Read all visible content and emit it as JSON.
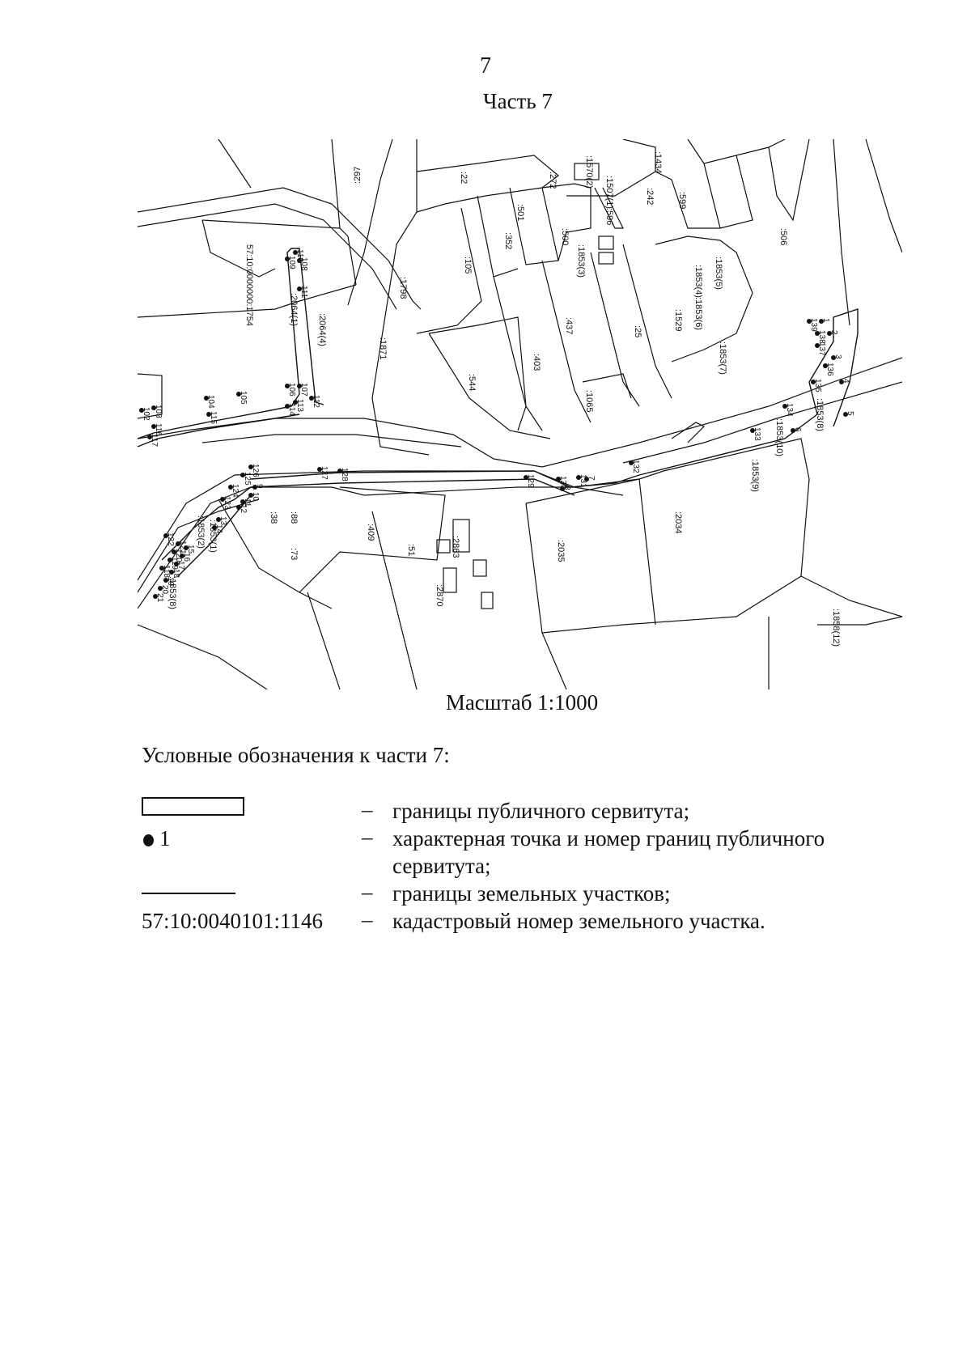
{
  "page_number": "7",
  "part_title": "Часть 7",
  "scale": "Масштаб 1:1000",
  "legend": {
    "title": "Условные обозначения к части 7:",
    "dash": "–",
    "items": [
      {
        "symbol": "rectangle",
        "text": "границы публичного сервитута;"
      },
      {
        "symbol": "dot",
        "symbol_label": "1",
        "text": "характерная точка и номер границ публичного сервитута;"
      },
      {
        "symbol": "line",
        "text": "границы земельных участков;"
      },
      {
        "symbol": "text",
        "symbol_label": "57:10:0040101:1146",
        "text": "кадастровый номер земельного участка."
      }
    ]
  },
  "map": {
    "parcel_labels": [
      ":297",
      ":22",
      ":272",
      ":1570(2)",
      ":1434",
      ":1507(1)",
      ":242",
      ":599",
      ":596",
      ":506",
      ":501",
      ":352",
      ":500",
      ":1853(3)",
      ":1853(5)",
      ":1853(4)",
      ":1853(6)",
      ":1853(7)",
      ":1529",
      ":25",
      ":437",
      ":403",
      ":1065",
      ":544",
      ":1871",
      ":1798",
      ":105",
      ":2064(1)",
      ":2064(4)",
      "57:10:0000000:1754",
      ":1853(1)",
      ":1853(10)",
      ":1853(8)",
      ":1853(9)",
      ":2034",
      ":2035",
      ":409",
      ":73",
      ":88",
      ":38",
      ":1853(2)",
      ":1853(8)",
      ":51",
      ":2863",
      ":2870",
      ":1858(12)"
    ],
    "point_labels": [
      "102",
      "103",
      "104",
      "105",
      "106",
      "107",
      "108",
      "109",
      "110",
      "111",
      "112",
      "113",
      "114",
      "115",
      "116",
      "117",
      "118",
      "119",
      "120",
      "121",
      "122",
      "123",
      "124",
      "125",
      "126",
      "127",
      "128",
      "129",
      "130",
      "131",
      "132",
      "133",
      "134",
      "135",
      "136",
      "137",
      "138",
      "139",
      "1",
      "2",
      "3",
      "4",
      "5",
      "6",
      "7",
      "8",
      "9",
      "10",
      "11",
      "12",
      "13",
      "14",
      "15",
      "16",
      "17",
      "18",
      "19",
      "20",
      "21"
    ]
  }
}
